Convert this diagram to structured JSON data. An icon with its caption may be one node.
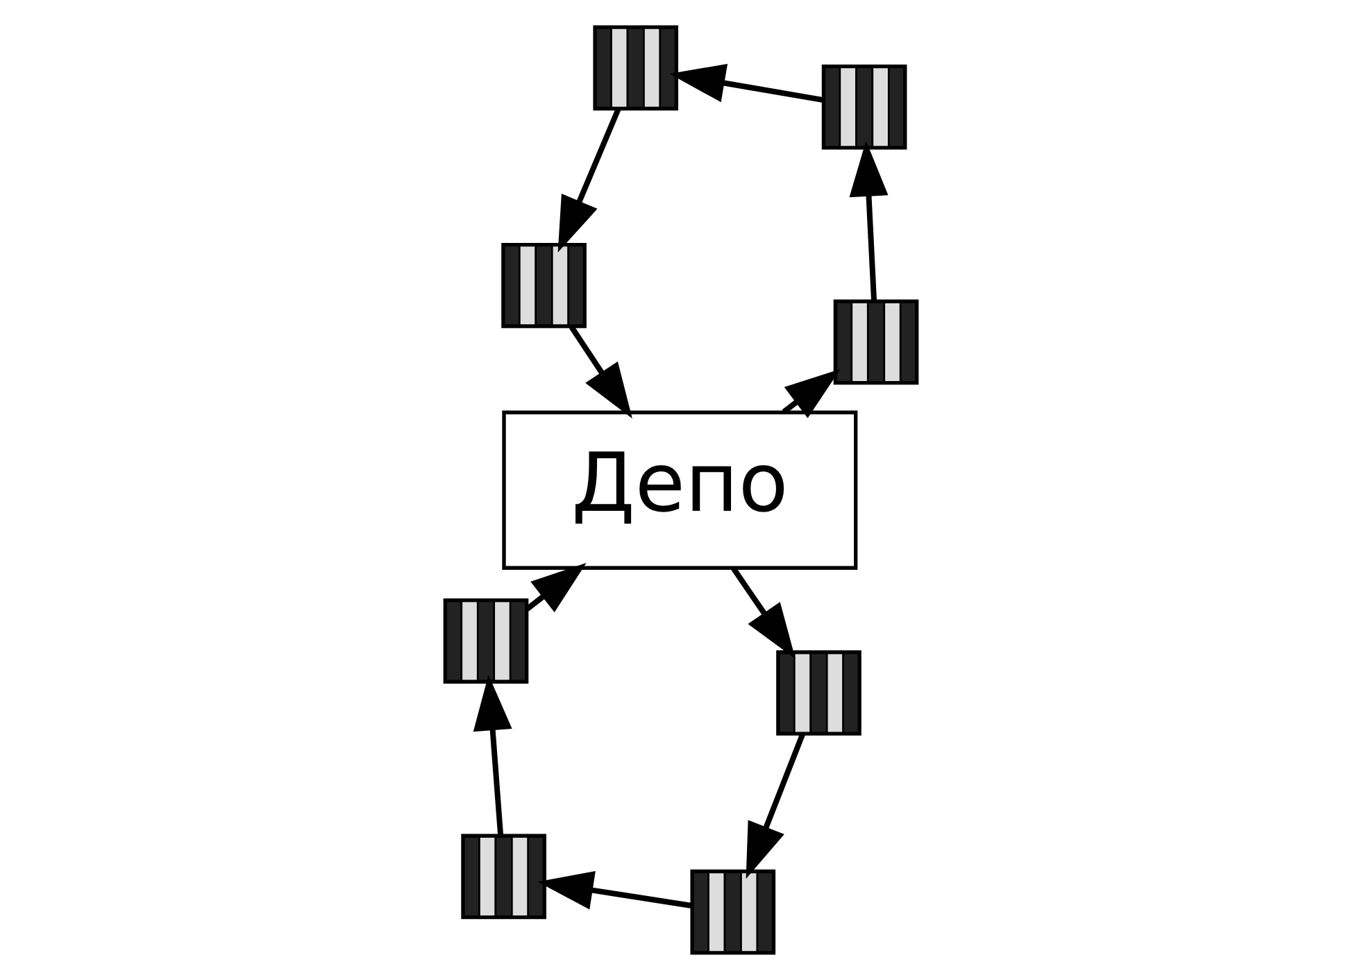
{
  "diagram": {
    "nodes": [
      {
        "text": [
          "Депо"
        ]
      },
      {
        "text": [],
        "shape": "box"
      },
      {
        "text": [],
        "shape": "box"
      },
      {
        "text": [],
        "shape": "box"
      },
      {
        "text": [],
        "shape": "box"
      },
      {
        "text": [],
        "shape": "box"
      },
      {
        "text": [],
        "shape": "box"
      },
      {
        "text": [],
        "shape": "box"
      },
      {
        "text": [],
        "shape": "box"
      }
    ],
    "edges": [
      {
        "from": 0,
        "to": 1,
        "arrow": "to"
      },
      {
        "from": 1,
        "to": 2,
        "arrow": "to"
      },
      {
        "from": 2,
        "to": 3,
        "arrow": "to"
      },
      {
        "from": 3,
        "to": 4,
        "arrow": "to"
      },
      {
        "from": 4,
        "to": 0,
        "arrow": "to"
      },
      {
        "from": 0,
        "to": 5,
        "arrow": "to"
      },
      {
        "from": 5,
        "to": 6,
        "arrow": "to"
      },
      {
        "from": 6,
        "to": 7,
        "arrow": "to"
      },
      {
        "from": 7,
        "to": 8,
        "arrow": "to"
      },
      {
        "from": 8,
        "to": 0,
        "arrow": "to"
      }
    ]
  }
}
